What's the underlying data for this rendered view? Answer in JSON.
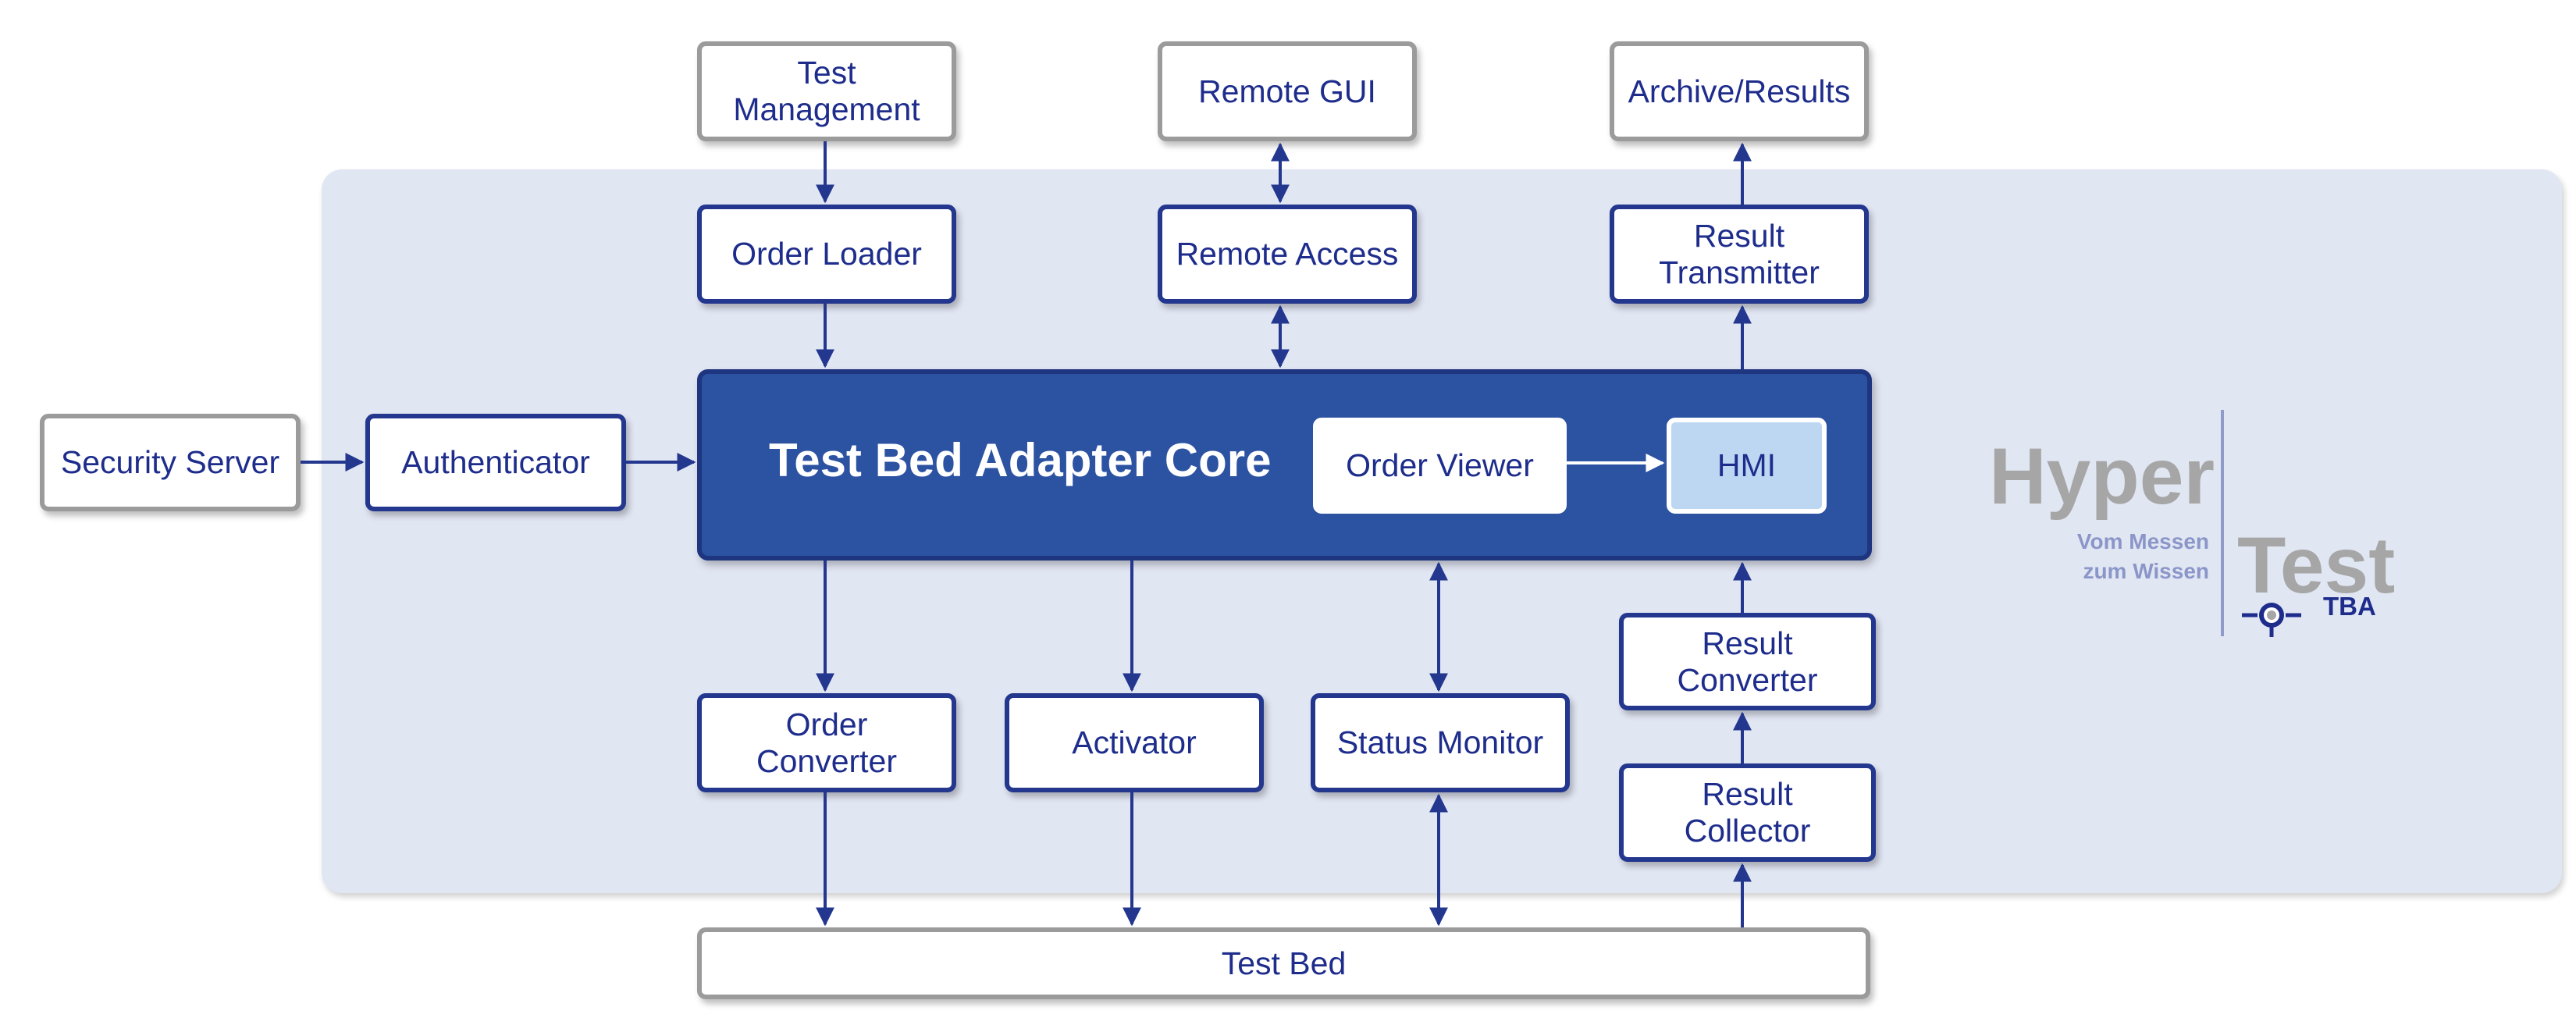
{
  "diagram": {
    "external": {
      "test_management": "Test\nManagement",
      "remote_gui": "Remote GUI",
      "archive_results": "Archive/Results",
      "security_server": "Security Server",
      "test_bed": "Test Bed"
    },
    "components": {
      "order_loader": "Order Loader",
      "remote_access": "Remote Access",
      "result_transmitter": "Result\nTransmitter",
      "authenticator": "Authenticator",
      "core": "Test Bed Adapter Core",
      "order_viewer": "Order Viewer",
      "hmi": "HMI",
      "order_converter": "Order\nConverter",
      "activator": "Activator",
      "status_monitor": "Status Monitor",
      "result_converter": "Result\nConverter",
      "result_collector": "Result\nCollector"
    }
  },
  "logo": {
    "hyper": "Hyper",
    "test": "Test",
    "tagline": "Vom Messen\nzum Wissen",
    "product": "TBA"
  },
  "colors": {
    "region": "#e1e6f3",
    "core": "#2c52a2",
    "component_border": "#24378f",
    "external_border": "#9b9b9b",
    "text": "#1e2d8c",
    "arrow": "#24378f",
    "hmi": "#bdd6f2",
    "logo_gray": "#a6a6a6",
    "logo_tagline": "#8b96c8"
  }
}
